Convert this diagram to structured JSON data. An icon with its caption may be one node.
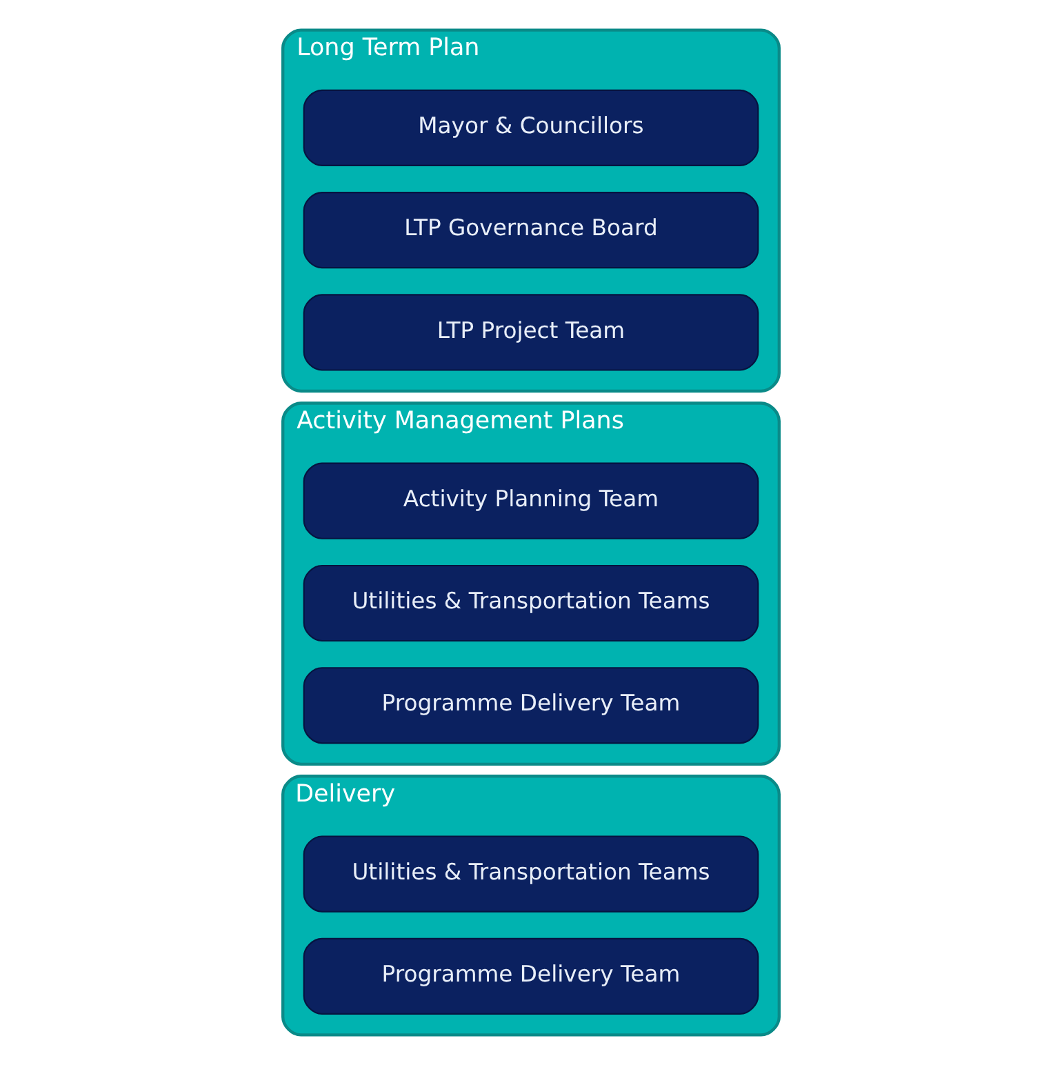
{
  "diagram": {
    "nodes": [
      {
        "text": [
          "Long Term Plan"
        ]
      },
      {
        "text": [
          "Mayor & Councillors"
        ],
        "in": 0
      },
      {
        "text": [
          "LTP Governance Board"
        ],
        "in": 0
      },
      {
        "text": [
          "LTP Project Team"
        ],
        "in": 0
      },
      {
        "text": [
          "Activity Management Plans"
        ]
      },
      {
        "text": [
          "Activity Planning Team"
        ],
        "in": 4
      },
      {
        "text": [
          "Utilities & Transportation Teams"
        ],
        "in": 4
      },
      {
        "text": [
          "Programme Delivery Team"
        ],
        "in": 4
      },
      {
        "text": [
          "Delivery"
        ]
      },
      {
        "text": [
          "Utilities & Transportation Teams"
        ],
        "in": 8
      },
      {
        "text": [
          "Programme Delivery Team"
        ],
        "in": 8
      }
    ],
    "edges": []
  }
}
